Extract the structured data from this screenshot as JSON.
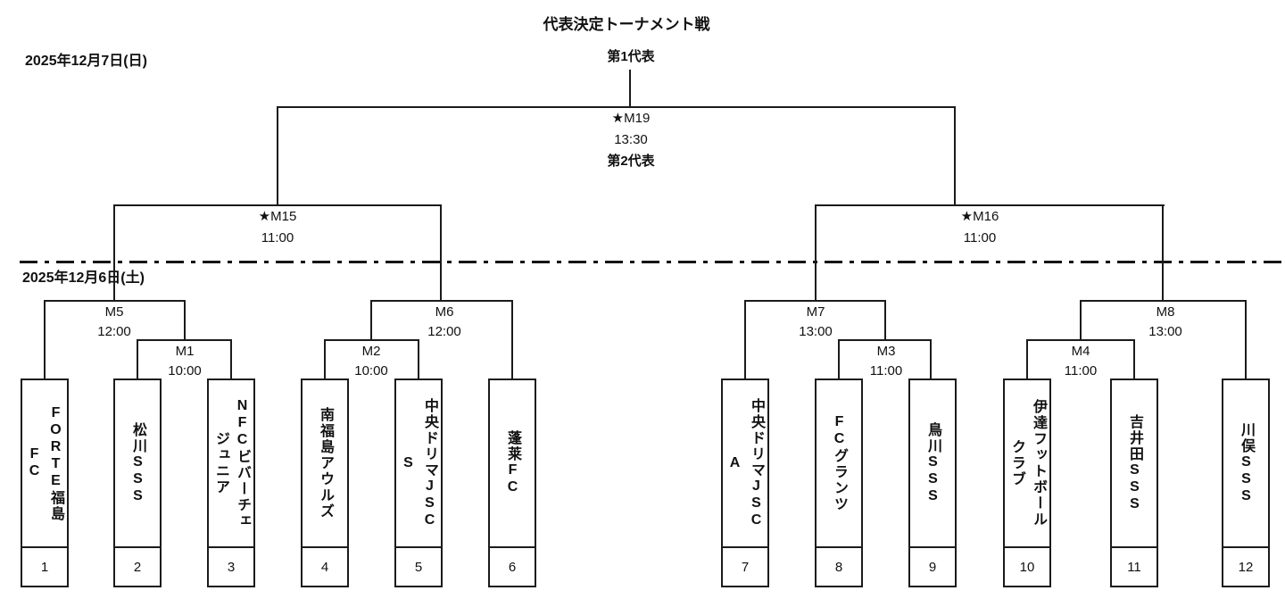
{
  "title": "代表決定トーナメント戦",
  "dates": {
    "finals_day": "2025年12月7日(日)",
    "first_day": "2025年12月6日(土)"
  },
  "final": {
    "first_label": "第1代表",
    "match_label": "★M19",
    "time": "13:30",
    "second_label": "第2代表"
  },
  "matches": {
    "m15": {
      "label": "★M15",
      "time": "11:00"
    },
    "m16": {
      "label": "★M16",
      "time": "11:00"
    },
    "m5": {
      "label": "M5",
      "time": "12:00"
    },
    "m6": {
      "label": "M6",
      "time": "12:00"
    },
    "m7": {
      "label": "M7",
      "time": "13:00"
    },
    "m8": {
      "label": "M8",
      "time": "13:00"
    },
    "m1": {
      "label": "M1",
      "time": "10:00"
    },
    "m2": {
      "label": "M2",
      "time": "10:00"
    },
    "m3": {
      "label": "M3",
      "time": "11:00"
    },
    "m4": {
      "label": "M4",
      "time": "11:00"
    }
  },
  "teams": [
    {
      "number": "1",
      "name": "FORTE福島FC",
      "columns": [
        "FORTE福島",
        "FC"
      ]
    },
    {
      "number": "2",
      "name": "松川SSS",
      "columns": [
        "松川SSS"
      ]
    },
    {
      "number": "3",
      "name": "NFCビバーチェジュニア",
      "columns": [
        "NFCビバーチェ",
        "ジュニア"
      ]
    },
    {
      "number": "4",
      "name": "南福島アウルズ",
      "columns": [
        "南福島アウルズ"
      ]
    },
    {
      "number": "5",
      "name": "中央ドリマJSC S",
      "columns": [
        "中央ドリマJSC",
        "S"
      ]
    },
    {
      "number": "6",
      "name": "蓬莱FC",
      "columns": [
        "蓬莱FC"
      ]
    },
    {
      "number": "7",
      "name": "中央ドリマJSC A",
      "columns": [
        "中央ドリマJSC",
        "A"
      ]
    },
    {
      "number": "8",
      "name": "FCグランツ",
      "columns": [
        "FCグランツ"
      ]
    },
    {
      "number": "9",
      "name": "鳥川SSS",
      "columns": [
        "鳥川SSS"
      ]
    },
    {
      "number": "10",
      "name": "伊達フットボールクラブ",
      "columns": [
        "伊達フットボール",
        "クラブ"
      ]
    },
    {
      "number": "11",
      "name": "吉井田SSS",
      "columns": [
        "吉井田SSS"
      ]
    },
    {
      "number": "12",
      "name": "川俣SSS",
      "columns": [
        "川俣SSS"
      ]
    }
  ]
}
